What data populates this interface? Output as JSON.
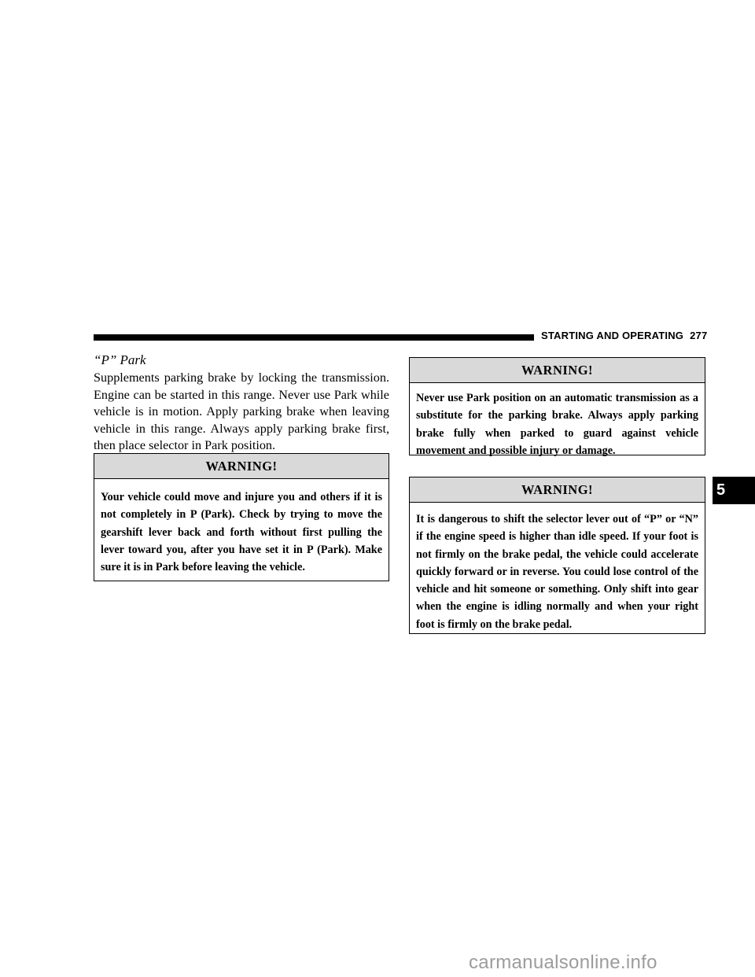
{
  "header": {
    "section": "STARTING AND OPERATING",
    "page_number": "277"
  },
  "park": {
    "heading": "“P” Park",
    "text": "Supplements parking brake by locking the transmission. Engine can be started in this range. Never use Park while vehicle is in motion. Apply parking brake when leaving vehicle in this range. Always apply parking brake first, then place selector in Park position."
  },
  "warnings": [
    {
      "title": "WARNING!",
      "text": "Your vehicle could move and injure you and others if it is not completely in P (Park). Check by trying to move the gearshift lever back and forth without first pulling the lever toward you, after you have set it in P (Park). Make sure it is in Park before leaving the vehicle."
    },
    {
      "title": "WARNING!",
      "text": "Never use Park position on an automatic transmission as a substitute for the parking brake. Always apply parking brake fully when parked to guard against vehicle movement and possible injury or damage."
    },
    {
      "title": "WARNING!",
      "text": "It is dangerous to shift the selector lever out of “P” or “N” if the engine speed is higher than idle speed. If your foot is not firmly on the brake pedal, the vehicle could accelerate quickly forward or in reverse. You could lose control of the vehicle and hit someone or something. Only shift into gear when the engine is idling normally and when your right foot is firmly on the brake pedal."
    }
  ],
  "chapter_tab": "5",
  "watermark": "carmanualsonline.info"
}
